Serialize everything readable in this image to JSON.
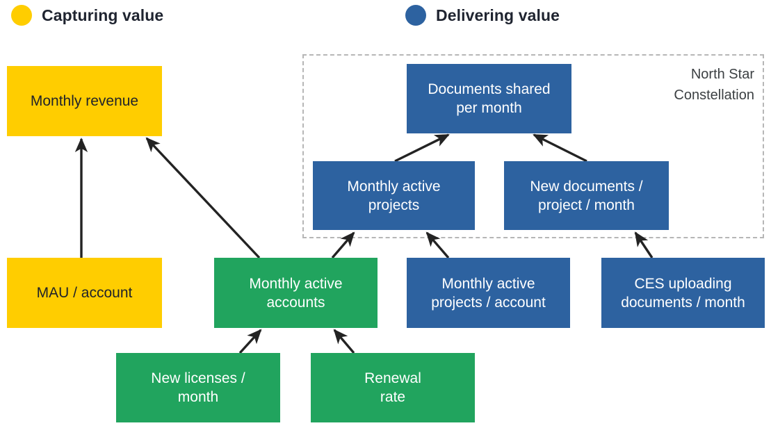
{
  "legend": {
    "items": [
      {
        "label": "Capturing value",
        "color": "#ffcd00",
        "icon": "circle-icon"
      },
      {
        "label": "Delivering value",
        "color": "#2d62a0",
        "icon": "circle-icon"
      }
    ]
  },
  "group": {
    "title": "North Star\nConstellation"
  },
  "nodes": {
    "monthly_revenue": "Monthly revenue",
    "mau_account": "MAU / account",
    "documents_shared": "Documents shared\nper month",
    "monthly_active_projects": "Monthly active\nprojects",
    "new_documents": "New documents /\nproject / month",
    "monthly_active_accounts": "Monthly active\naccounts",
    "monthly_active_projects_account": "Monthly active\nprojects / account",
    "ces_uploading": "CES uploading\ndocuments / month",
    "new_licenses": "New licenses /\nmonth",
    "renewal_rate": "Renewal\nrate"
  },
  "colors": {
    "capturing_value": "#ffcd00",
    "delivering_value": "#2d62a0",
    "driver": "#21a45e",
    "arrow": "#232323",
    "frame": "#b6b6b6",
    "text_dark": "#20232a",
    "text_light": "#ffffff"
  },
  "edges": [
    {
      "from": "mau_account",
      "to": "monthly_revenue"
    },
    {
      "from": "monthly_active_accounts",
      "to": "monthly_revenue"
    },
    {
      "from": "monthly_active_projects",
      "to": "documents_shared"
    },
    {
      "from": "new_documents",
      "to": "documents_shared"
    },
    {
      "from": "monthly_active_accounts",
      "to": "monthly_active_projects"
    },
    {
      "from": "monthly_active_projects_account",
      "to": "monthly_active_projects"
    },
    {
      "from": "ces_uploading",
      "to": "new_documents"
    },
    {
      "from": "new_licenses",
      "to": "monthly_active_accounts"
    },
    {
      "from": "renewal_rate",
      "to": "monthly_active_accounts"
    }
  ]
}
